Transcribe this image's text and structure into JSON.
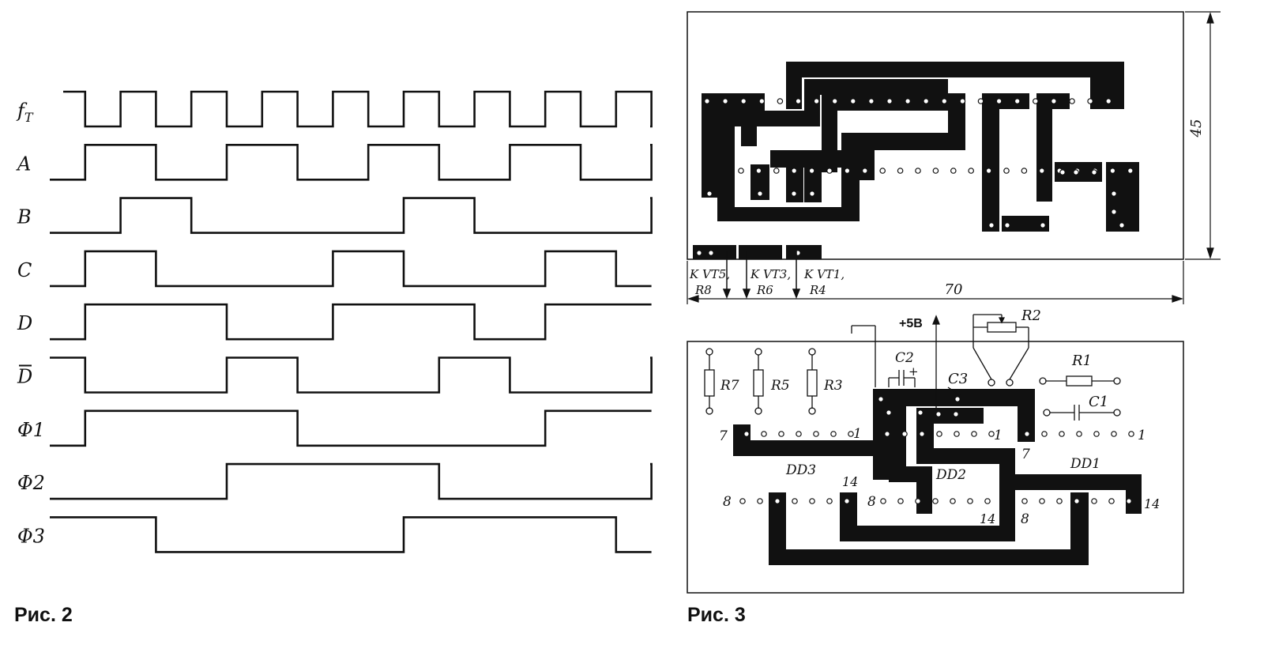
{
  "fig2": {
    "caption": "Рис. 2",
    "signals": [
      {
        "label": "f",
        "sub": "T",
        "levels": [
          1,
          0,
          1,
          0,
          1,
          0,
          1,
          0,
          1,
          0,
          1,
          0,
          1,
          0,
          1,
          0,
          1,
          0
        ]
      },
      {
        "label": "A",
        "levels": [
          0,
          1,
          1,
          0,
          0,
          1,
          1,
          0,
          0,
          1,
          1,
          0,
          0,
          1,
          1,
          0,
          0,
          1
        ]
      },
      {
        "label": "B",
        "levels": [
          0,
          0,
          1,
          1,
          0,
          0,
          0,
          0,
          0,
          0,
          1,
          1,
          0,
          0,
          0,
          0,
          0,
          1
        ]
      },
      {
        "label": "C",
        "levels": [
          0,
          1,
          1,
          0,
          0,
          0,
          0,
          0,
          1,
          1,
          0,
          0,
          0,
          0,
          1,
          1,
          0,
          0
        ]
      },
      {
        "label": "D",
        "levels": [
          0,
          1,
          1,
          1,
          1,
          0,
          0,
          0,
          1,
          1,
          1,
          1,
          0,
          0,
          1,
          1,
          1,
          1
        ]
      },
      {
        "label": "D",
        "bar": true,
        "levels": [
          1,
          0,
          0,
          0,
          0,
          1,
          1,
          0,
          0,
          0,
          0,
          1,
          1,
          0,
          0,
          0,
          0,
          1
        ]
      },
      {
        "label": "Φ1",
        "levels": [
          0,
          1,
          1,
          1,
          1,
          1,
          1,
          0,
          0,
          0,
          0,
          0,
          0,
          0,
          1,
          1,
          1,
          1
        ]
      },
      {
        "label": "Φ2",
        "levels": [
          0,
          0,
          0,
          0,
          0,
          1,
          1,
          1,
          1,
          1,
          1,
          0,
          0,
          0,
          0,
          0,
          0,
          1
        ]
      },
      {
        "label": "Φ3",
        "levels": [
          1,
          1,
          1,
          0,
          0,
          0,
          0,
          0,
          0,
          0,
          1,
          1,
          1,
          1,
          1,
          1,
          0,
          0
        ]
      }
    ]
  },
  "fig3": {
    "caption": "Рис. 3",
    "dim_width": "70",
    "dim_height": "45",
    "top_connectors": [
      {
        "line1": "K VT5,",
        "line2": "R8"
      },
      {
        "line1": "K VT3,",
        "line2": "R6"
      },
      {
        "line1": "K VT1,",
        "line2": "R4"
      }
    ],
    "components": {
      "r1": "R1",
      "r2": "R2",
      "r3": "R3",
      "r5": "R5",
      "r7": "R7",
      "c1": "C1",
      "c2": "C2",
      "c3": "C3",
      "dd1": "DD1",
      "dd2": "DD2",
      "dd3": "DD3",
      "plus5v": "+5В",
      "plus": "+"
    },
    "pin_labels": {
      "dd3_7": "7",
      "dd3_1": "1",
      "dd3_8": "8",
      "dd3_14": "14",
      "dd2_1": "1",
      "dd2_8": "8",
      "dd2_14": "14",
      "dd1_7": "7",
      "dd1_1": "1",
      "dd1_8": "8",
      "dd1_14": "14"
    }
  }
}
